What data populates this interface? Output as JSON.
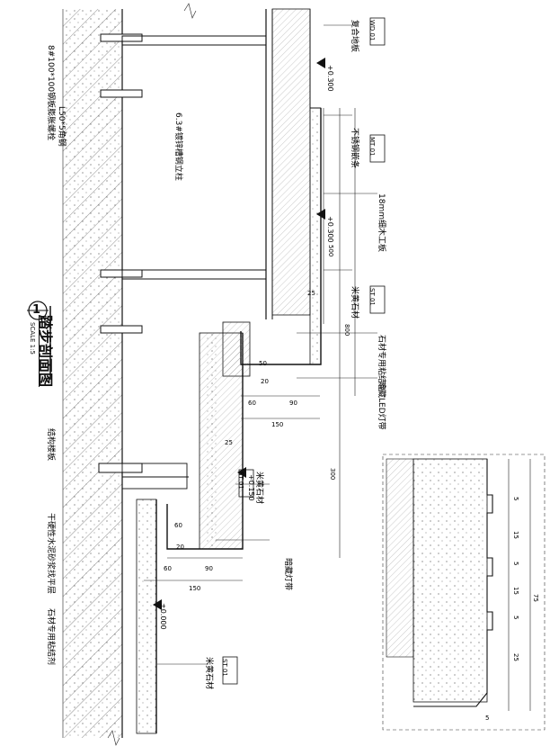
{
  "drawing": {
    "title": "踏步剖面图",
    "number": "1",
    "scale": "SCALE 1:5"
  },
  "tags": [
    {
      "code": "WD",
      "num": "01",
      "text": "复合地板"
    },
    {
      "code": "MT",
      "num": "01",
      "text": "不锈钢嵌条"
    },
    {
      "code": "ST",
      "num": "01",
      "text": "米黄石材"
    },
    {
      "code": "ST",
      "num": "01",
      "text": "米黄石材"
    },
    {
      "code": "ST",
      "num": "01",
      "text": "米黄石材"
    }
  ],
  "labels": [
    "8#100*100钢板膨胀螺栓",
    "L50*5角钢",
    "6.3#镀锌槽钢立柱",
    "18mm细木工板",
    "石材专用粘结剂",
    "暗藏LED灯带",
    "结构楼板",
    "干硬性水泥砂浆找平层",
    "石材专用粘结剂",
    "暗藏灯带"
  ],
  "levels": [
    "+0.300",
    "+0.300",
    "+0.150",
    "±0.000"
  ],
  "dimensions": {
    "upper": [
      "25",
      "50",
      "20",
      "60",
      "90",
      "150",
      "25"
    ],
    "lower": [
      "60",
      "20",
      "60",
      "90",
      "150"
    ],
    "vertical": [
      "500",
      "800",
      "300"
    ],
    "detail": [
      "5",
      "15",
      "5",
      "15",
      "5",
      "25",
      "5",
      "75"
    ]
  }
}
